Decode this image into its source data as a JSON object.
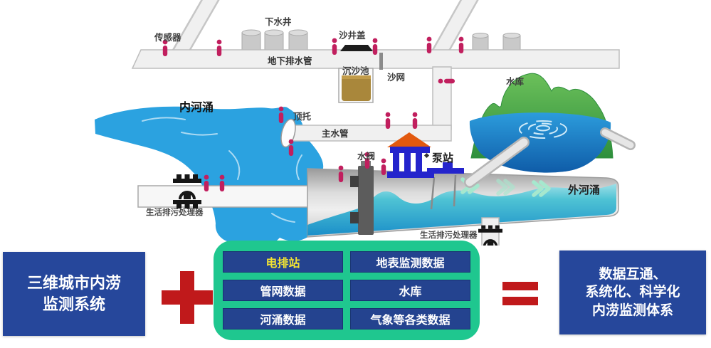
{
  "diagram": {
    "labels": {
      "sensor": "传感器",
      "sewer_well": "下水井",
      "underground_drain_pipe": "地下排水管",
      "manhole_cover": "沙井盖",
      "sand_settling_basin": "沉沙池",
      "sand_net": "沙网",
      "reservoir": "水库",
      "inner_river": "内河涌",
      "top_support": "顶托",
      "main_water_pipe": "主水管",
      "water_valve": "水阀",
      "pump_station": "泵站",
      "outer_river": "外河涌",
      "sewage_processor_left": "生活排污处理器",
      "sewage_processor_bottom": "生活排污处理器"
    },
    "colors": {
      "sensor_pin": "#C11F5E",
      "pipe_fill": "#F0F0F0",
      "pipe_stroke": "#BDBDBD",
      "river_blue": "#2BA2E0",
      "reservoir_water_top": "#2C9CDC",
      "reservoir_water_bottom": "#0F5CA8",
      "mountain_green": "#46A94B",
      "channel_water": "#2BAECB",
      "pump_station_blue": "#2424CC",
      "pump_roof_orange": "#E2590F",
      "basin_brown": "#A9873B",
      "valve_gray": "#555555",
      "manhole_black": "#1D1D1D"
    }
  },
  "equation": {
    "left_box": {
      "lines": [
        "三维城市内涝",
        "监测系统"
      ]
    },
    "plus_icon": "plus",
    "items": [
      {
        "label": "电排站",
        "highlight": true
      },
      {
        "label": "地表监测数据",
        "highlight": false
      },
      {
        "label": "管网数据",
        "highlight": false
      },
      {
        "label": "水库",
        "highlight": false
      },
      {
        "label": "河涌数据",
        "highlight": false
      },
      {
        "label": "气象等各类数据",
        "highlight": false
      }
    ],
    "equals_icon": "equals",
    "right_box": {
      "lines": [
        "数据互通、",
        "系统化、科学化",
        "内涝监测体系"
      ]
    },
    "colors": {
      "box_navy": "#26479B",
      "container_green": "#1FC78F",
      "operator_red": "#C0191B",
      "highlight_yellow": "#F2E433"
    }
  }
}
